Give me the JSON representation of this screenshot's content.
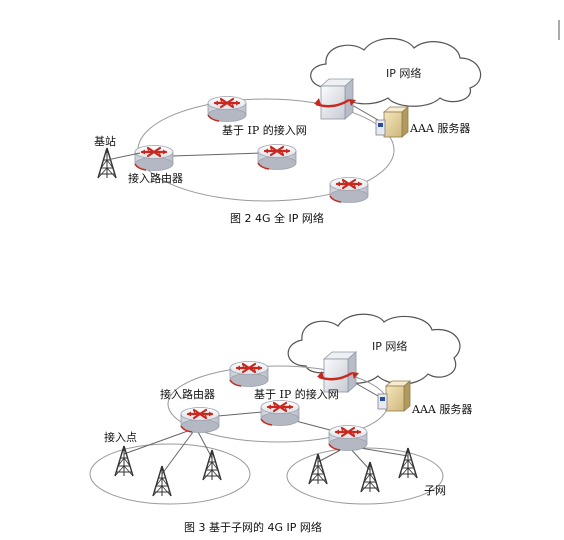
{
  "figure2": {
    "cloud_label": "IP 网络",
    "base_station": "基站",
    "access_router": "接入路由器",
    "access_net": "基于 IP 的接入网",
    "aaa_server": "AAA 服务器",
    "caption": "图 2  4G 全 IP 网络"
  },
  "figure3": {
    "cloud_label": "IP 网络",
    "access_router": "接入路由器",
    "access_net": "基于 IP 的接入网",
    "aaa_server": "AAA 服务器",
    "access_point": "接入点",
    "subnet": "子网",
    "caption": "图 3  基于子网的 4G  IP 网络"
  }
}
